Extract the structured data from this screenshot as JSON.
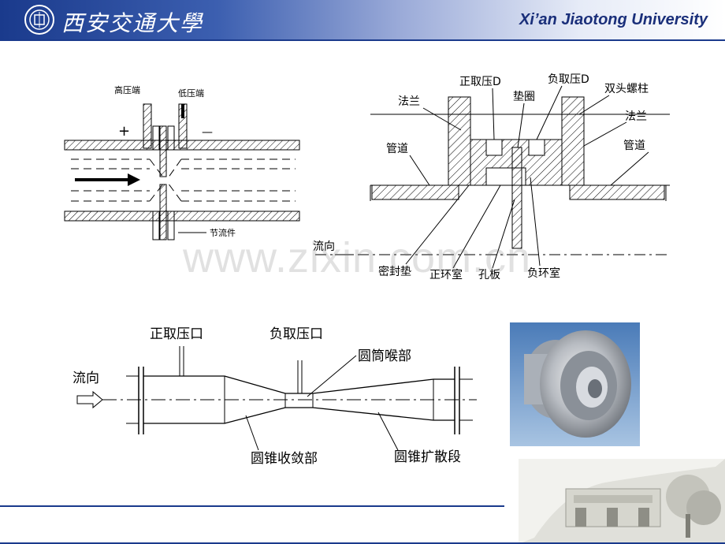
{
  "header": {
    "logo_text": "西安交通大學",
    "university_en": "Xi’an Jiaotong University"
  },
  "watermark": "www.zixin.com.cn",
  "orifice_diagram": {
    "high_pressure": "高压端",
    "low_pressure": "低压端",
    "plus": "+",
    "minus": "—",
    "throttle": "节流件"
  },
  "flange_diagram": {
    "flange_left": "法兰",
    "flange_right": "法兰",
    "pipe_left": "管道",
    "pipe_right": "管道",
    "pos_tap": "正取压D",
    "neg_tap": "负取压D",
    "gasket_ring": "垫圈",
    "stud_bolt": "双头螺柱",
    "flow_dir": "流向",
    "seal_gasket": "密封垫",
    "pos_chamber": "正环室",
    "orifice_plate": "孔板",
    "neg_chamber": "负环室"
  },
  "venturi_diagram": {
    "pos_port": "正取压口",
    "neg_port": "负取压口",
    "throat": "圆筒喉部",
    "flow_dir": "流向",
    "converging": "圆锥收敛部",
    "diverging": "圆锥扩散段"
  }
}
